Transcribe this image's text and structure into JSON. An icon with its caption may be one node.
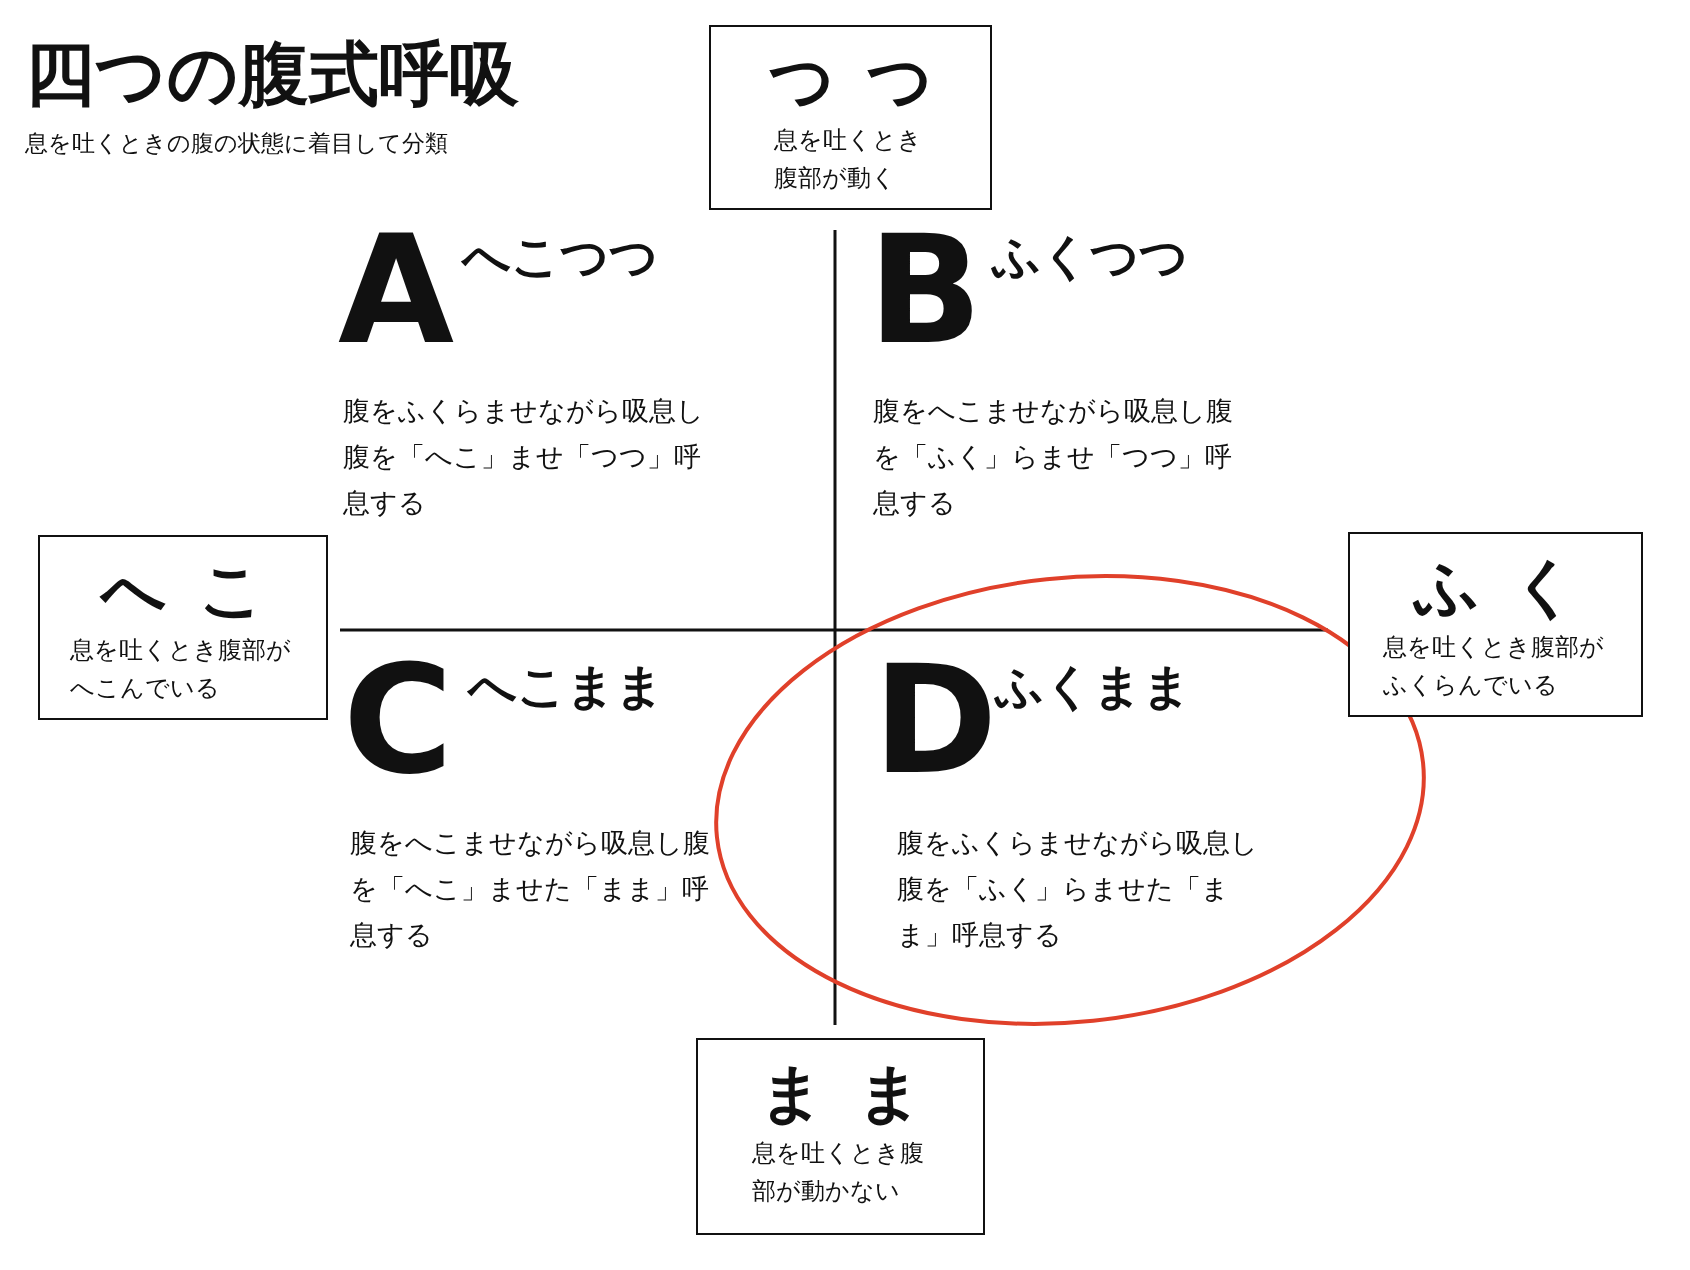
{
  "diagram": {
    "title": "四つの腹式呼吸",
    "nodes": [
      {
        "text": [
          "つつ",
          "息を吐くとき腹部が動く"
        ]
      },
      {
        "text": [
          "へこ",
          "息を吐くとき腹部がへこんでいる"
        ]
      },
      {
        "text": [
          "ふく",
          "息を吐くとき腹部がふくらんでいる"
        ]
      },
      {
        "text": [
          "まま",
          "息を吐くとき腹部が動かない"
        ]
      }
    ],
    "edges": [],
    "labels": [
      "息を吐くときの腹の状態に着目して分類",
      "A",
      "へこつつ",
      "腹をふくらませながら吸息し腹を「へこ」ませ「つつ」呼息する",
      "B",
      "ふくつつ",
      "腹をへこませながら吸息し腹を「ふく」らませ「つつ」呼息する",
      "C",
      "へこまま",
      "腹をへこませながら吸息し腹を「へこ」ませた「まま」呼息する",
      "D",
      "ふくまま",
      "腹をふくらませながら吸息し腹を「ふく」らませた「まま」呼息する"
    ]
  }
}
